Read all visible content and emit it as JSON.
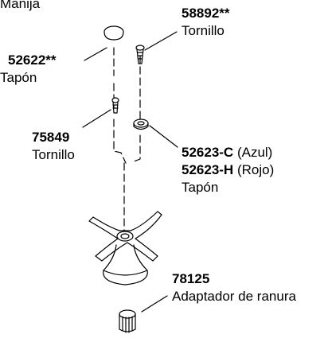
{
  "parts": [
    {
      "id": "handle",
      "number": "",
      "name": "Manija"
    },
    {
      "id": "cap-top",
      "number": "52622**",
      "name": "Tapón"
    },
    {
      "id": "screw-top",
      "number": "58892**",
      "name": "Tornillo"
    },
    {
      "id": "screw-mid",
      "number": "75849",
      "name": "Tornillo"
    },
    {
      "id": "cap-color",
      "number_azul": "52623-C",
      "label_azul": "(Azul)",
      "number_rojo": "52623-H",
      "label_rojo": "(Rojo)",
      "name": "Tapón"
    },
    {
      "id": "adapter",
      "number": "78125",
      "name": "Adaptador de ranura"
    }
  ]
}
